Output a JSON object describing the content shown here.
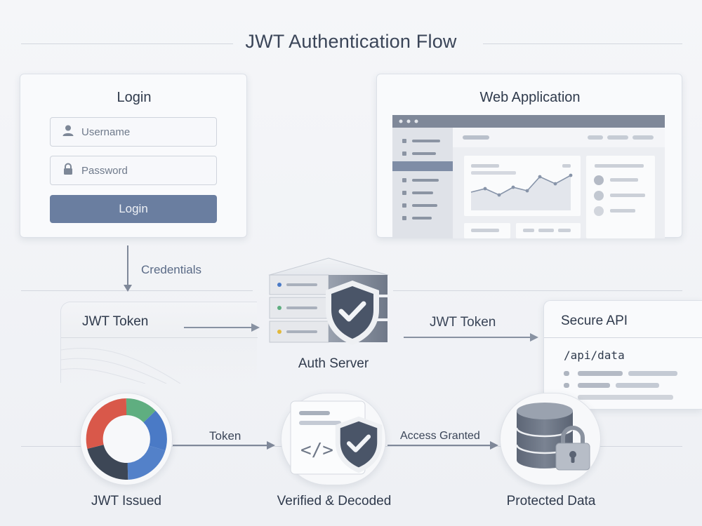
{
  "title": "JWT Authentication Flow",
  "login_card": {
    "title": "Login",
    "username_placeholder": "Username",
    "password_placeholder": "Password",
    "button_label": "Login"
  },
  "web_app_card": {
    "title": "Web Application"
  },
  "flow": {
    "credentials_label": "Credentials",
    "jwt_token_box_label": "JWT Token",
    "auth_server_label": "Auth Server",
    "jwt_token_arrow_label": "JWT Token",
    "token_arrow_label": "Token",
    "access_granted_label": "Access Granted"
  },
  "secure_api": {
    "title": "Secure API",
    "endpoint": "/api/data"
  },
  "steps": {
    "issued": "JWT Issued",
    "verified": "Verified & Decoded",
    "protected": "Protected Data"
  },
  "icons": [
    "user-icon",
    "lock-icon",
    "server-icon",
    "shield-check-icon",
    "code-icon",
    "database-icon",
    "padlock-icon",
    "donut-chart-icon"
  ],
  "colors": {
    "accent": "#6a7ea0",
    "shield": "#4a5568",
    "donut_red": "#d9584a",
    "donut_green": "#5fae80",
    "donut_blue": "#4a7ac6",
    "donut_dark": "#3d4756"
  }
}
